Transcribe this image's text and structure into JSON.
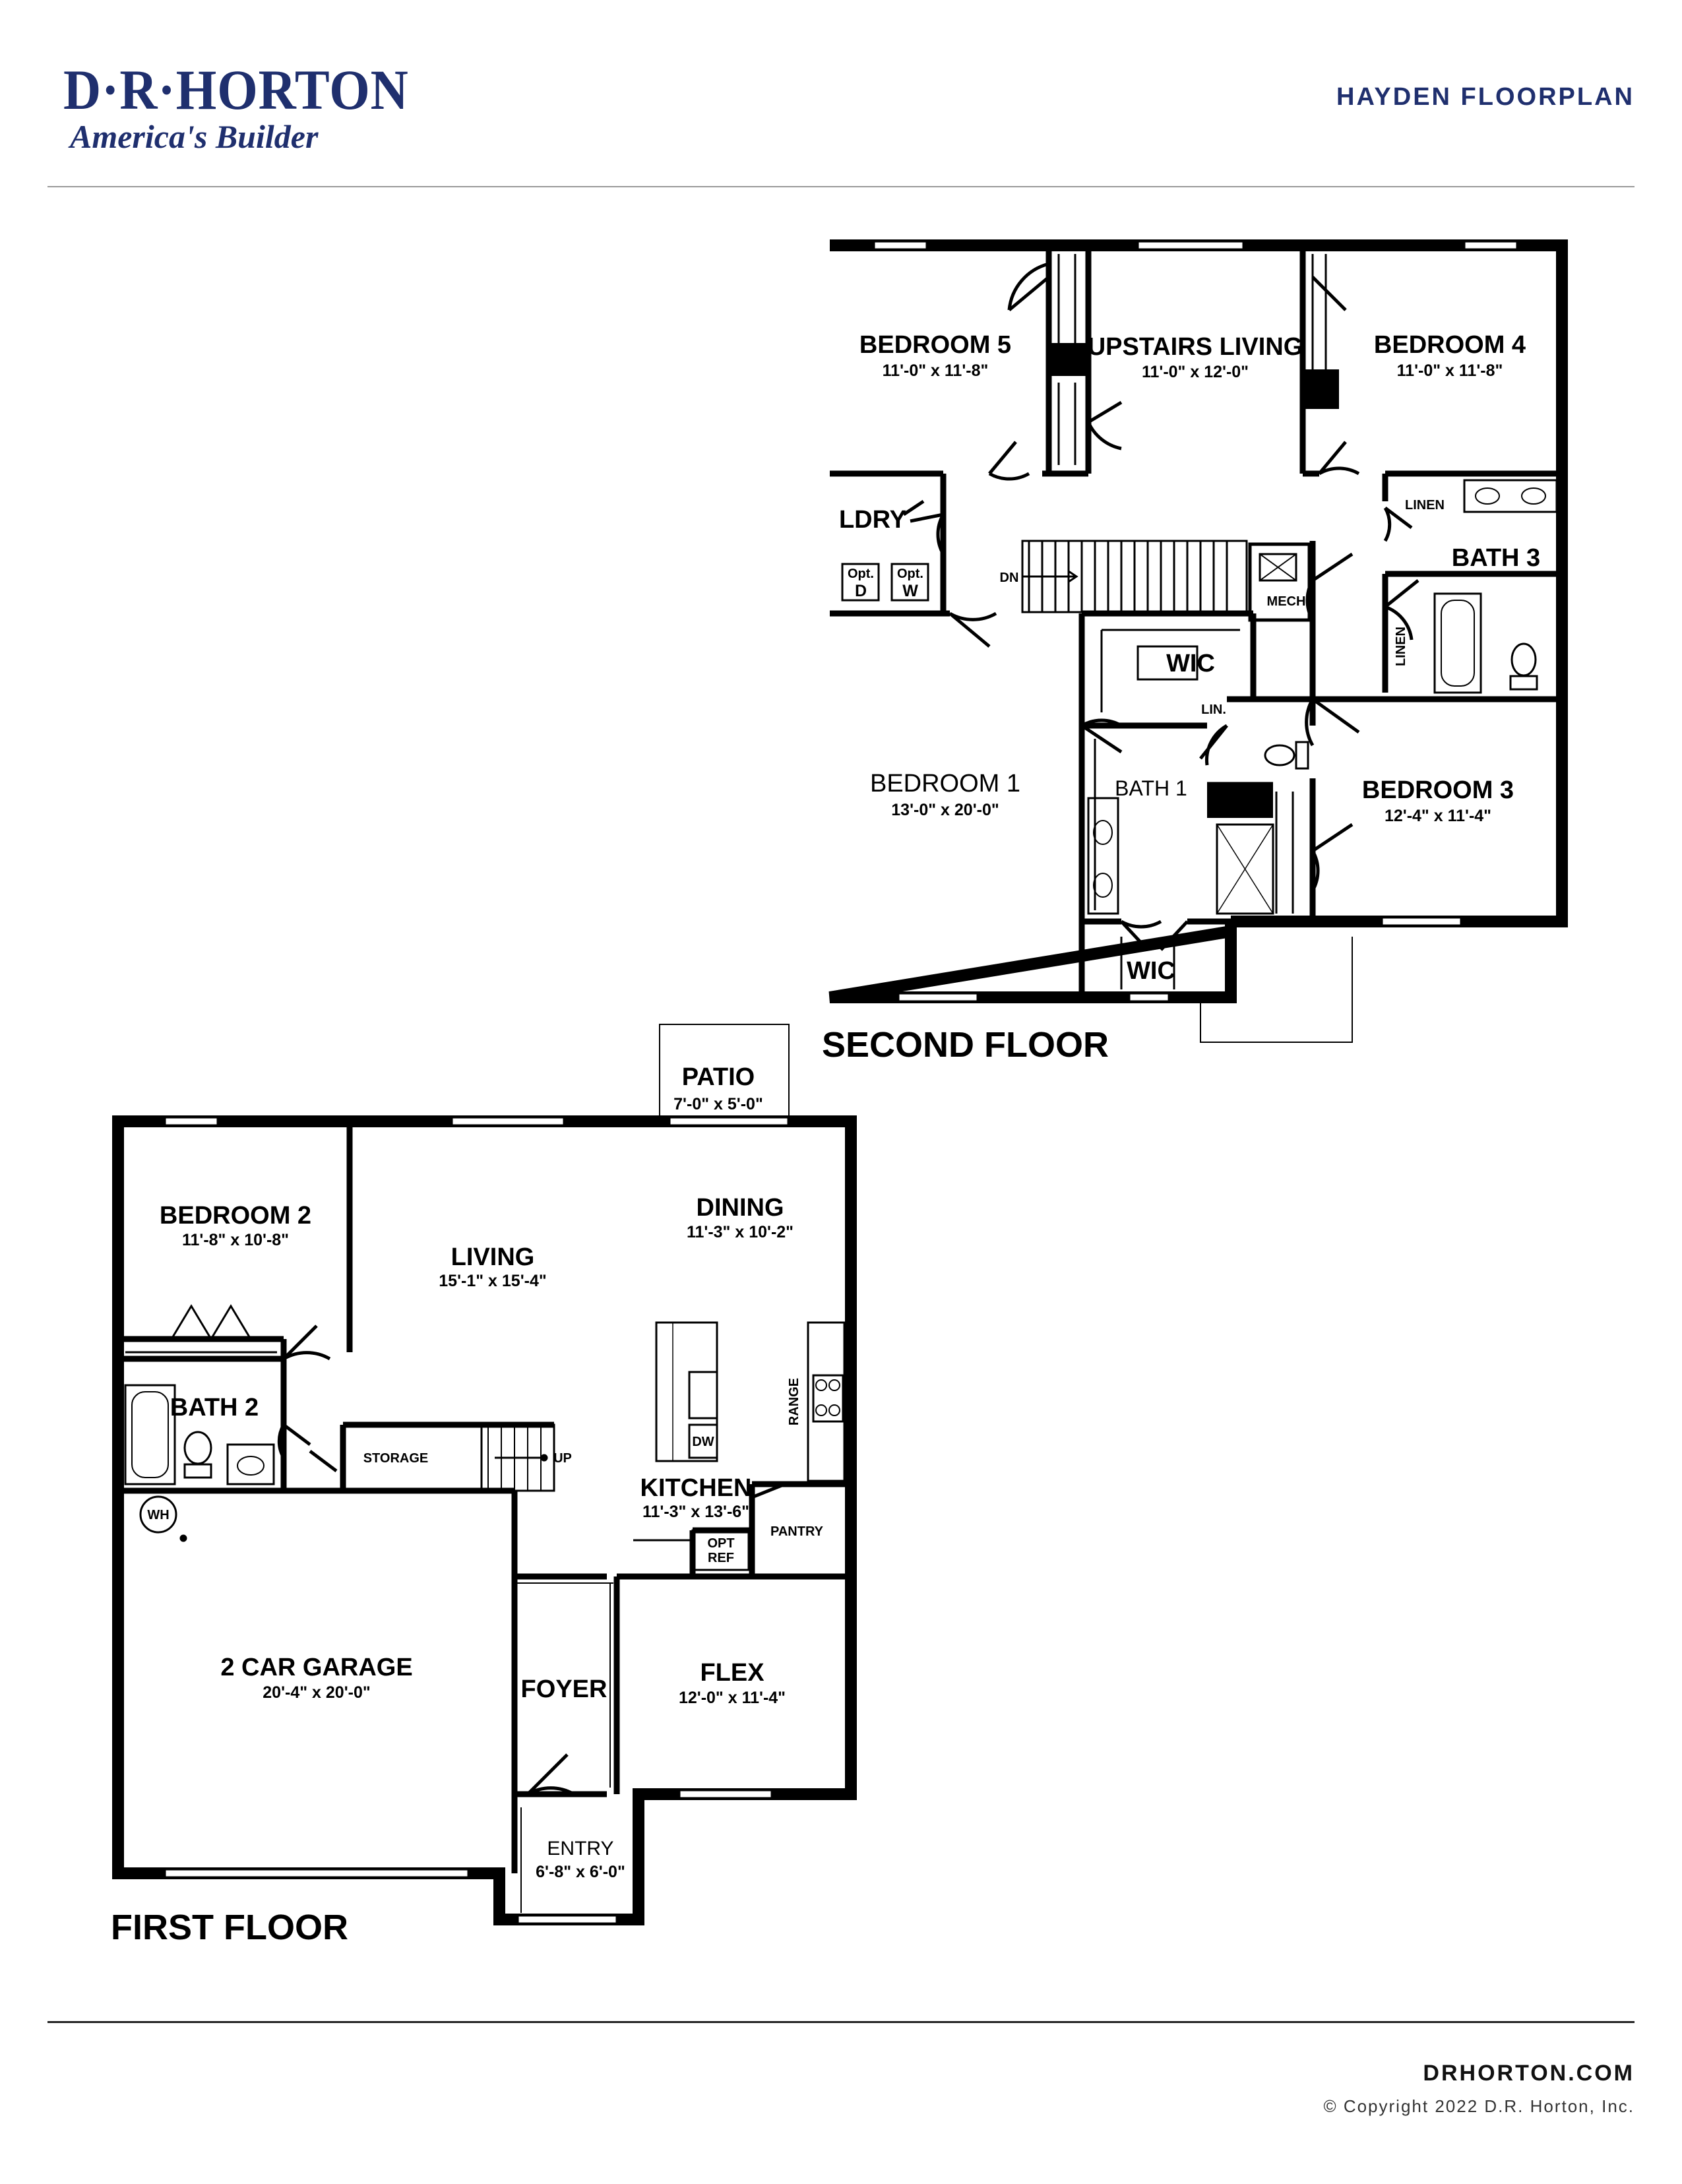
{
  "header": {
    "brand": "D·R·HORTON",
    "tagline": "America's Builder",
    "title": "HAYDEN FLOORPLAN"
  },
  "second_floor": {
    "label": "SECOND FLOOR",
    "rooms": {
      "bedroom5": {
        "name": "BEDROOM 5",
        "dims": "11'-0\" x 11'-8\""
      },
      "upstairs_living": {
        "name": "UPSTAIRS LIVING",
        "dims": "11'-0\" x 12'-0\""
      },
      "bedroom4": {
        "name": "BEDROOM 4",
        "dims": "11'-0\" x 11'-8\""
      },
      "ldry": {
        "name": "LDRY"
      },
      "opt_d": {
        "name": "Opt.",
        "sub": "D"
      },
      "opt_w": {
        "name": "Opt.",
        "sub": "W"
      },
      "dn": {
        "name": "DN"
      },
      "mech": {
        "name": "MECH"
      },
      "linen_top": {
        "name": "LINEN"
      },
      "bath3": {
        "name": "BATH 3"
      },
      "linen_side": {
        "name": "LINEN"
      },
      "wic_upper": {
        "name": "WIC"
      },
      "lin": {
        "name": "LIN."
      },
      "bedroom1": {
        "name": "BEDROOM 1",
        "dims": "13'-0\" x 20'-0\""
      },
      "bath1": {
        "name": "BATH 1"
      },
      "bedroom3": {
        "name": "BEDROOM 3",
        "dims": "12'-4\" x 11'-4\""
      },
      "wic_lower": {
        "name": "WIC"
      }
    }
  },
  "first_floor": {
    "label": "FIRST FLOOR",
    "rooms": {
      "patio": {
        "name": "PATIO",
        "dims": "7'-0\" x 5'-0\""
      },
      "bedroom2": {
        "name": "BEDROOM 2",
        "dims": "11'-8\" x 10'-8\""
      },
      "living": {
        "name": "LIVING",
        "dims": "15'-1\" x 15'-4\""
      },
      "dining": {
        "name": "DINING",
        "dims": "11'-3\" x 10'-2\""
      },
      "bath2": {
        "name": "BATH 2"
      },
      "storage": {
        "name": "STORAGE"
      },
      "up": {
        "name": "UP"
      },
      "range": {
        "name": "RANGE"
      },
      "dw": {
        "name": "DW"
      },
      "kitchen": {
        "name": "KITCHEN",
        "dims": "11'-3\" x 13'-6\""
      },
      "pantry": {
        "name": "PANTRY"
      },
      "opt_ref": {
        "name": "OPT",
        "sub": "REF"
      },
      "wh": {
        "name": "WH"
      },
      "garage": {
        "name": "2 CAR GARAGE",
        "dims": "20'-4\" x 20'-0\""
      },
      "foyer": {
        "name": "FOYER"
      },
      "flex": {
        "name": "FLEX",
        "dims": "12'-0\" x 11'-4\""
      },
      "entry": {
        "name": "ENTRY",
        "dims": "6'-8\" x 6'-0\""
      }
    }
  },
  "footer": {
    "site": "DRHORTON.COM",
    "copyright": "© Copyright 2022 D.R. Horton, Inc."
  }
}
